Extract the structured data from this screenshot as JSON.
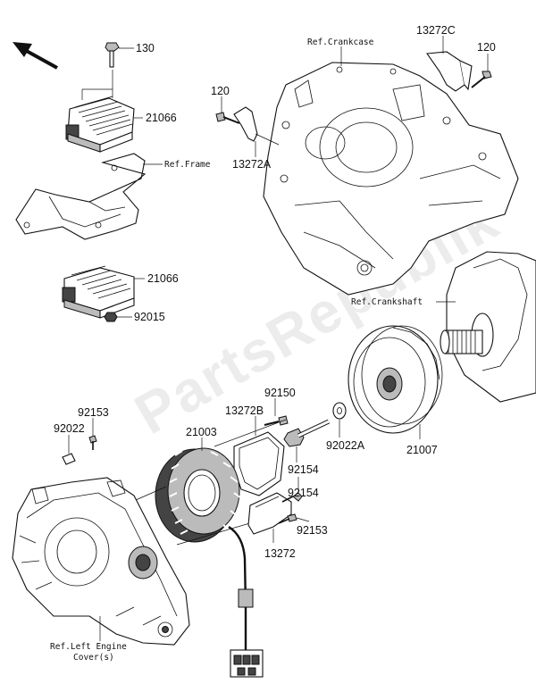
{
  "watermark": "PartsRepublik",
  "labels": {
    "l130": "130",
    "l21066a": "21066",
    "lRefFrame": "Ref.Frame",
    "l21066b": "21066",
    "l92015": "92015",
    "lRefCrankcase": "Ref.Crankcase",
    "l13272C": "13272C",
    "l120a": "120",
    "l120b": "120",
    "l13272A": "13272A",
    "lRefCrankshaft": "Ref.Crankshaft",
    "l92150": "92150",
    "l13272B": "13272B",
    "l21003": "21003",
    "l92153a": "92153",
    "l92022": "92022",
    "l92154a": "92154",
    "l92022A": "92022A",
    "l21007": "21007",
    "l92154b": "92154",
    "l92153b": "92153",
    "l13272": "13272",
    "lRefCover1": "Ref.Left Engine",
    "lRefCover2": "Cover(s)"
  },
  "icons": {
    "direction": "arrow-up-left-icon"
  }
}
